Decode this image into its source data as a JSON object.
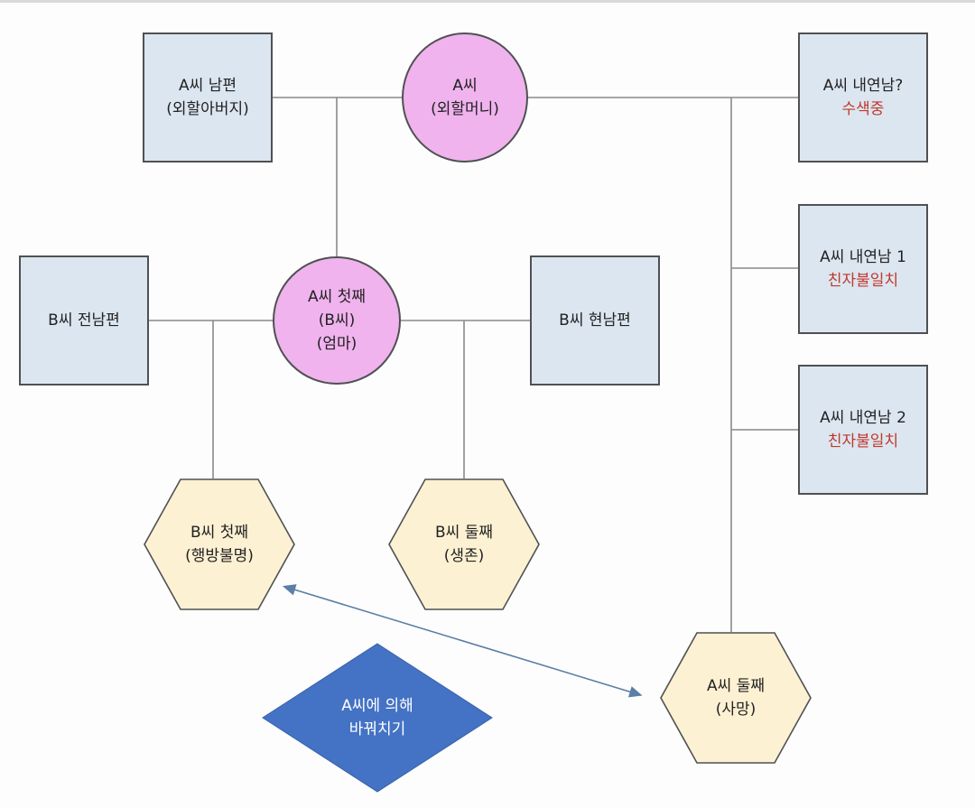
{
  "nodes": {
    "a_husband": {
      "line1": "A씨 남편",
      "line2": "(외할아버지)"
    },
    "a": {
      "line1": "A씨",
      "line2": "(외할머니)"
    },
    "a_lover_q": {
      "line1": "A씨 내연남?",
      "line2": "수색중"
    },
    "a_lover_1": {
      "line1": "A씨 내연남 1",
      "line2": "친자불일치"
    },
    "a_lover_2": {
      "line1": "A씨 내연남 2",
      "line2": "친자불일치"
    },
    "b_ex_husband": {
      "line1": "B씨 전남편"
    },
    "a_first": {
      "line1": "A씨 첫째",
      "line2": "(B씨)",
      "line3": "(엄마)"
    },
    "b_current_husband": {
      "line1": "B씨 현남편"
    },
    "b_first": {
      "line1": "B씨 첫째",
      "line2": "(행방불명)"
    },
    "b_second": {
      "line1": "B씨 둘째",
      "line2": "(생존)"
    },
    "a_second": {
      "line1": "A씨 둘째",
      "line2": "(사망)"
    },
    "swap": {
      "line1": "A씨에 의해",
      "line2": "바꿔치기"
    }
  },
  "colors": {
    "rect_fill": "#dce6f1",
    "circle_fill": "#f0b3ee",
    "hex_fill": "#fdf1d3",
    "diamond_fill": "#4472c4",
    "line": "#8a8a8a",
    "arrow": "#5b7fa6",
    "highlight_text": "#c0392b"
  }
}
